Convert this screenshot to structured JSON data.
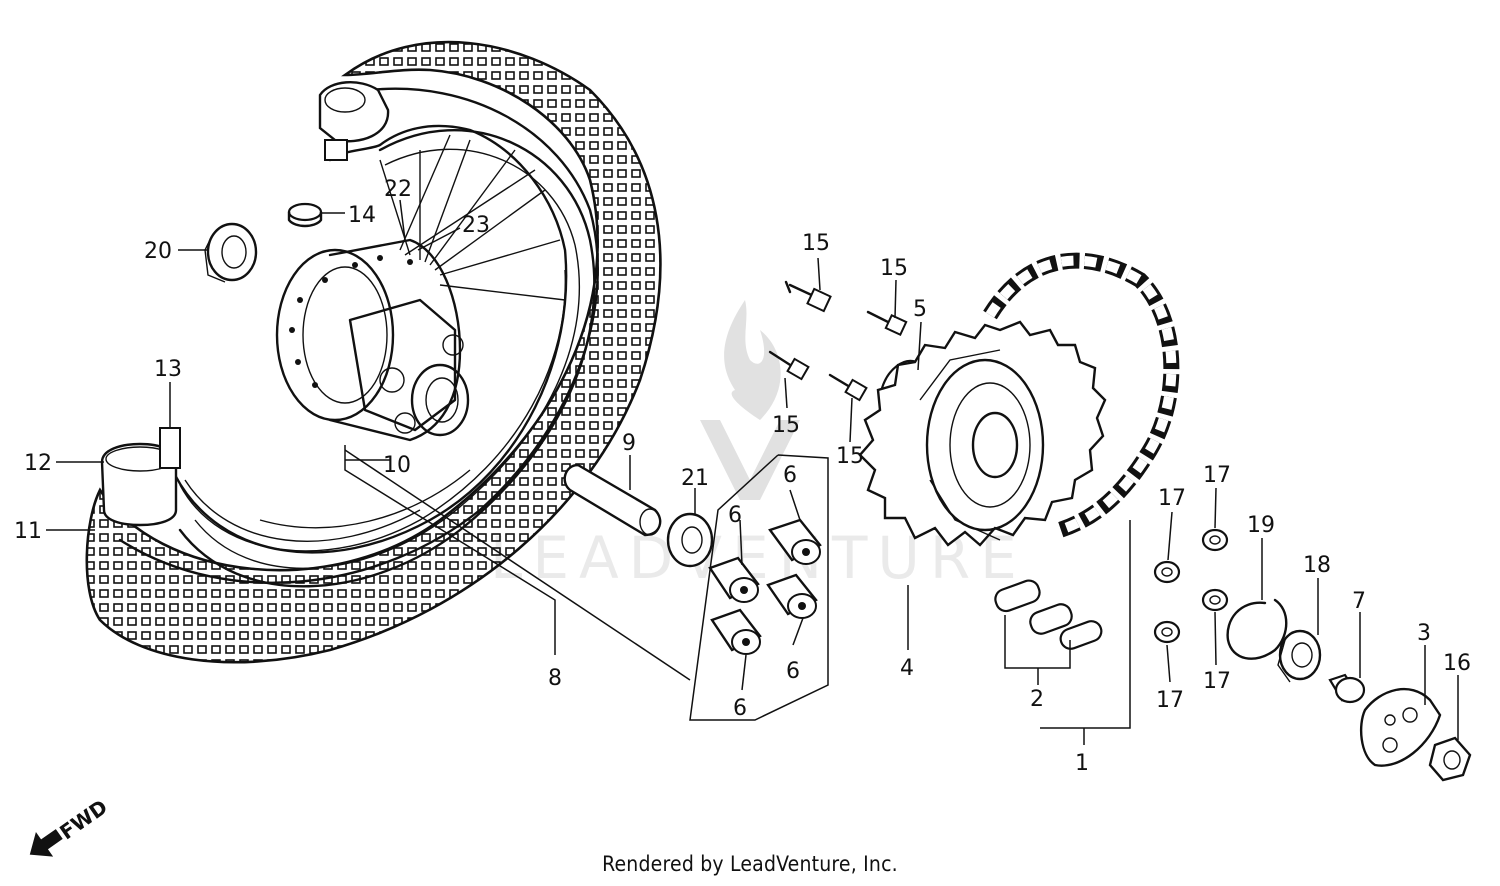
{
  "credit": "Rendered by LeadVenture, Inc.",
  "watermark": "LEADVENTURE",
  "direction_label": "FWD",
  "callouts": {
    "c1": "1",
    "c2": "2",
    "c3": "3",
    "c4": "4",
    "c5": "5",
    "c6a": "6",
    "c6b": "6",
    "c6c": "6",
    "c6d": "6",
    "c7": "7",
    "c8": "8",
    "c9": "9",
    "c10": "10",
    "c11": "11",
    "c12": "12",
    "c13": "13",
    "c14": "14",
    "c15a": "15",
    "c15b": "15",
    "c15c": "15",
    "c15d": "15",
    "c16": "16",
    "c17a": "17",
    "c17b": "17",
    "c17c": "17",
    "c17d": "17",
    "c18": "18",
    "c19": "19",
    "c20": "20",
    "c21": "21",
    "c22": "22",
    "c23": "23"
  }
}
